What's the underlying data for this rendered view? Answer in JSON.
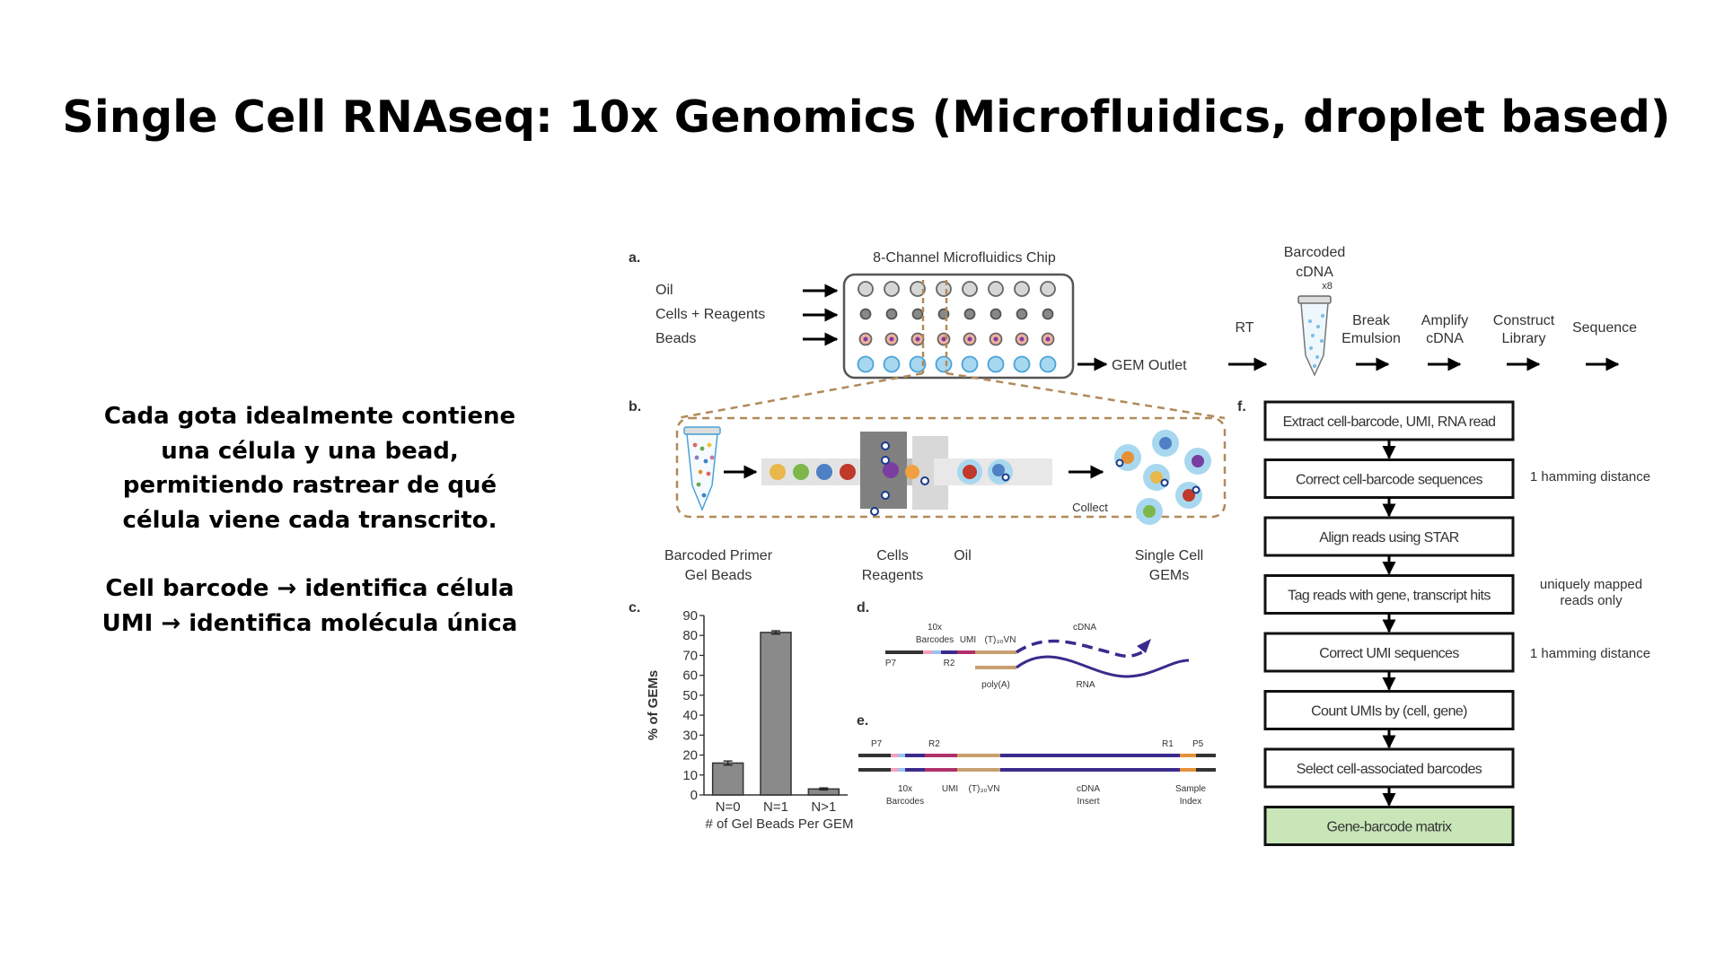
{
  "slide": {
    "title": "Single Cell RNAseq: 10x Genomics (Microfluidics, droplet based)",
    "description": "Cada gota idealmente contiene una célula y una bead, permitiendo rastrear de qué célula viene cada transcrito.",
    "barcode_line": "Cell barcode → identifica célula",
    "umi_line": "UMI → identifica molécula única"
  },
  "figure": {
    "panel_a": {
      "letter": "a.",
      "chip_title": "8-Channel Microfluidics Chip",
      "inputs": [
        "Oil",
        "Cells + Reagents",
        "Beads"
      ],
      "gem_outlet": "GEM Outlet",
      "rt": "RT",
      "tube_label_1": "Barcoded",
      "tube_label_2": "cDNA",
      "tube_mult": "x8",
      "steps": [
        {
          "l1": "Break",
          "l2": "Emulsion"
        },
        {
          "l1": "Amplify",
          "l2": "cDNA"
        },
        {
          "l1": "Construct",
          "l2": "Library"
        },
        {
          "l1": "Sequence",
          "l2": ""
        }
      ]
    },
    "panel_b": {
      "letter": "b.",
      "primer_1": "Barcoded Primer",
      "primer_2": "Gel Beads",
      "cells_1": "Cells",
      "cells_2": "Reagents",
      "oil": "Oil",
      "collect": "Collect",
      "single_1": "Single Cell",
      "single_2": "GEMs"
    },
    "panel_c": {
      "letter": "c.",
      "chart_data": {
        "type": "bar",
        "categories": [
          "N=0",
          "N=1",
          "N>1"
        ],
        "values": [
          16,
          81.5,
          3
        ],
        "errors": [
          1,
          0.8,
          0.5
        ],
        "xlabel": "# of Gel Beads Per GEM",
        "ylabel": "% of GEMs",
        "ylim": [
          0,
          90
        ],
        "yticks": [
          0,
          10,
          20,
          30,
          40,
          50,
          60,
          70,
          80,
          90
        ],
        "bar_color": "#8a8a8a",
        "grid": false
      }
    },
    "panel_d": {
      "letter": "d.",
      "tenx": "10x",
      "barcodes": "Barcodes",
      "umi": "UMI",
      "poly_t": "(T)₃₀VN",
      "cdna": "cDNA",
      "p7": "P7",
      "r2": "R2",
      "poly_a": "poly(A)",
      "rna": "RNA"
    },
    "panel_e": {
      "letter": "e.",
      "p7": "P7",
      "r2": "R2",
      "r1": "R1",
      "p5": "P5",
      "tenx": "10x",
      "barcodes": "Barcodes",
      "umi": "UMI",
      "poly_t": "(T)₃₀VN",
      "cdna": "cDNA",
      "insert": "Insert",
      "sample": "Sample",
      "index": "Index"
    },
    "panel_f": {
      "letter": "f.",
      "steps": [
        "Extract cell-barcode, UMI, RNA read",
        "Correct cell-barcode sequences",
        "Align reads using STAR",
        "Tag reads with gene, transcript hits",
        "Correct UMI sequences",
        "Count UMIs by (cell, gene)",
        "Select cell-associated barcodes",
        "Gene-barcode matrix"
      ],
      "note_hamming_1": "1 hamming distance",
      "note_unique_1": "uniquely mapped",
      "note_unique_2": "reads only",
      "note_hamming_2": "1 hamming distance",
      "final_color": "#c8e6b8"
    },
    "colors": {
      "dashed_brown": "#b08a5a",
      "droplet_blue": "#a8d8ef",
      "strand_purple": "#3b2a8c",
      "strand_tan": "#c8a070",
      "umi_magenta": "#b0306a",
      "arrow": "#000000"
    }
  }
}
